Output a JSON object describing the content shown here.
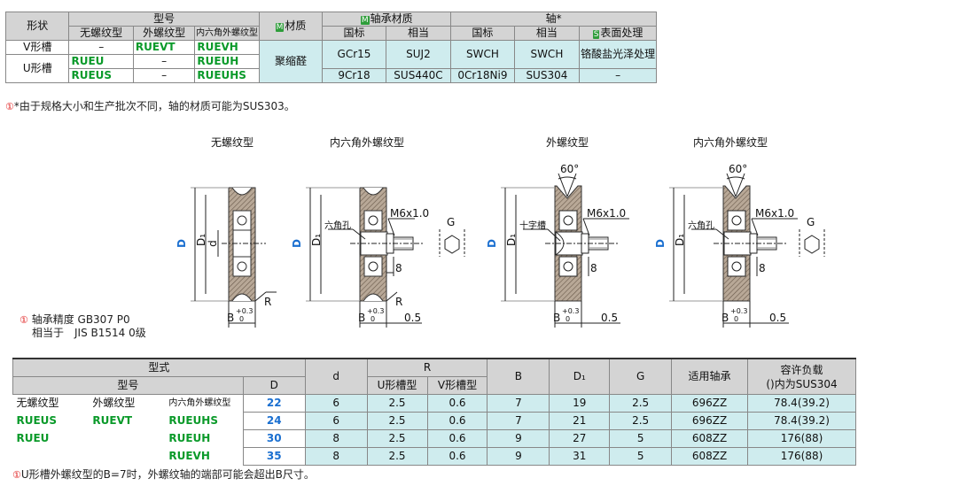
{
  "spec_table": {
    "headers": {
      "shape": "形状",
      "model": "型号",
      "no_thread": "无螺纹型",
      "ext_thread": "外螺纹型",
      "hex_ext_thread": "内六角外螺纹型",
      "material_tag": "M",
      "material": "材质",
      "bearing_tag": "M",
      "bearing_material": "轴承材质",
      "shaft": "轴*",
      "national": "国标",
      "equivalent": "相当",
      "surface_tag": "S",
      "surface": "表面处理"
    },
    "rows": [
      {
        "shape": "V形槽",
        "no_thread": "–",
        "ext_thread": "RUEVT",
        "hex": "RUEVH"
      },
      {
        "shape": "U形槽",
        "no_thread": "RUEU",
        "ext_thread": "–",
        "hex": "RUEUH"
      },
      {
        "shape": "",
        "no_thread": "RUEUS",
        "ext_thread": "–",
        "hex": "RUEUHS"
      }
    ],
    "material_value": "聚缩醛",
    "bearing_row1": {
      "national": "GCr15",
      "equivalent": "SUJ2"
    },
    "bearing_row2": {
      "national": "9Cr18",
      "equivalent": "SUS440C"
    },
    "shaft_row1": {
      "national": "SWCH",
      "equivalent": "SWCH",
      "surface": "铬酸盐光泽处理"
    },
    "shaft_row2": {
      "national": "0Cr18Ni9",
      "equivalent": "SUS304",
      "surface": "–"
    }
  },
  "note1_mark": "①",
  "note1": "*由于规格大小和生产批次不同，轴的材质可能为SUS303。",
  "drawings": {
    "titles": [
      "无螺纹型",
      "内六角外螺纹型",
      "外螺纹型",
      "内六角外螺纹型"
    ],
    "angle": "60°",
    "thread": "M6x1.0",
    "dim_8": "8",
    "dim_05": "0.5",
    "dim_D": "D",
    "dim_D1": "D₁",
    "dim_d": "d",
    "dim_R": "R",
    "dim_B": "B",
    "tol": "+0.3",
    "tol0": "0",
    "dim_G": "G",
    "hex_hole": "六角孔",
    "cross_slot": "十字槽"
  },
  "precision_mark": "①",
  "precision_line1": "轴承精度 GB307 P0",
  "precision_line2": "相当于　JIS B1514 0级",
  "size_table": {
    "h_type": "型式",
    "h_model": "型号",
    "h_D": "D",
    "h_d": "d",
    "h_R": "R",
    "h_RU": "U形槽型",
    "h_RV": "V形槽型",
    "h_B": "B",
    "h_D1": "D₁",
    "h_G": "G",
    "h_bearing": "适用轴承",
    "h_load1": "容许负载",
    "h_load2": "()内为SUS304",
    "h_c1": "无螺纹型",
    "h_c2": "外螺纹型",
    "h_c3": "内六角外螺纹型",
    "rows": [
      {
        "c1": "",
        "c2": "",
        "c3": "",
        "D": "22",
        "d": "6",
        "RU": "2.5",
        "RV": "0.6",
        "B": "7",
        "D1": "19",
        "G": "2.5",
        "bearing": "696ZZ",
        "load": "78.4(39.2)"
      },
      {
        "c1": "RUEUS",
        "c2": "RUEVT",
        "c3": "RUEUHS",
        "D": "24",
        "d": "6",
        "RU": "2.5",
        "RV": "0.6",
        "B": "7",
        "D1": "21",
        "G": "2.5",
        "bearing": "696ZZ",
        "load": "78.4(39.2)"
      },
      {
        "c1": "RUEU",
        "c2": "",
        "c3": "RUEUH",
        "D": "30",
        "d": "8",
        "RU": "2.5",
        "RV": "0.6",
        "B": "9",
        "D1": "27",
        "G": "5",
        "bearing": "608ZZ",
        "load": "176(88)"
      },
      {
        "c1": "",
        "c2": "",
        "c3": "RUEVH",
        "D": "35",
        "d": "8",
        "RU": "2.5",
        "RV": "0.6",
        "B": "9",
        "D1": "31",
        "G": "5",
        "bearing": "608ZZ",
        "load": "176(88)"
      }
    ]
  },
  "note2_mark": "①",
  "note2": "U形槽外螺纹型的B=7时，外螺纹轴的端部可能会超出B尺寸。"
}
